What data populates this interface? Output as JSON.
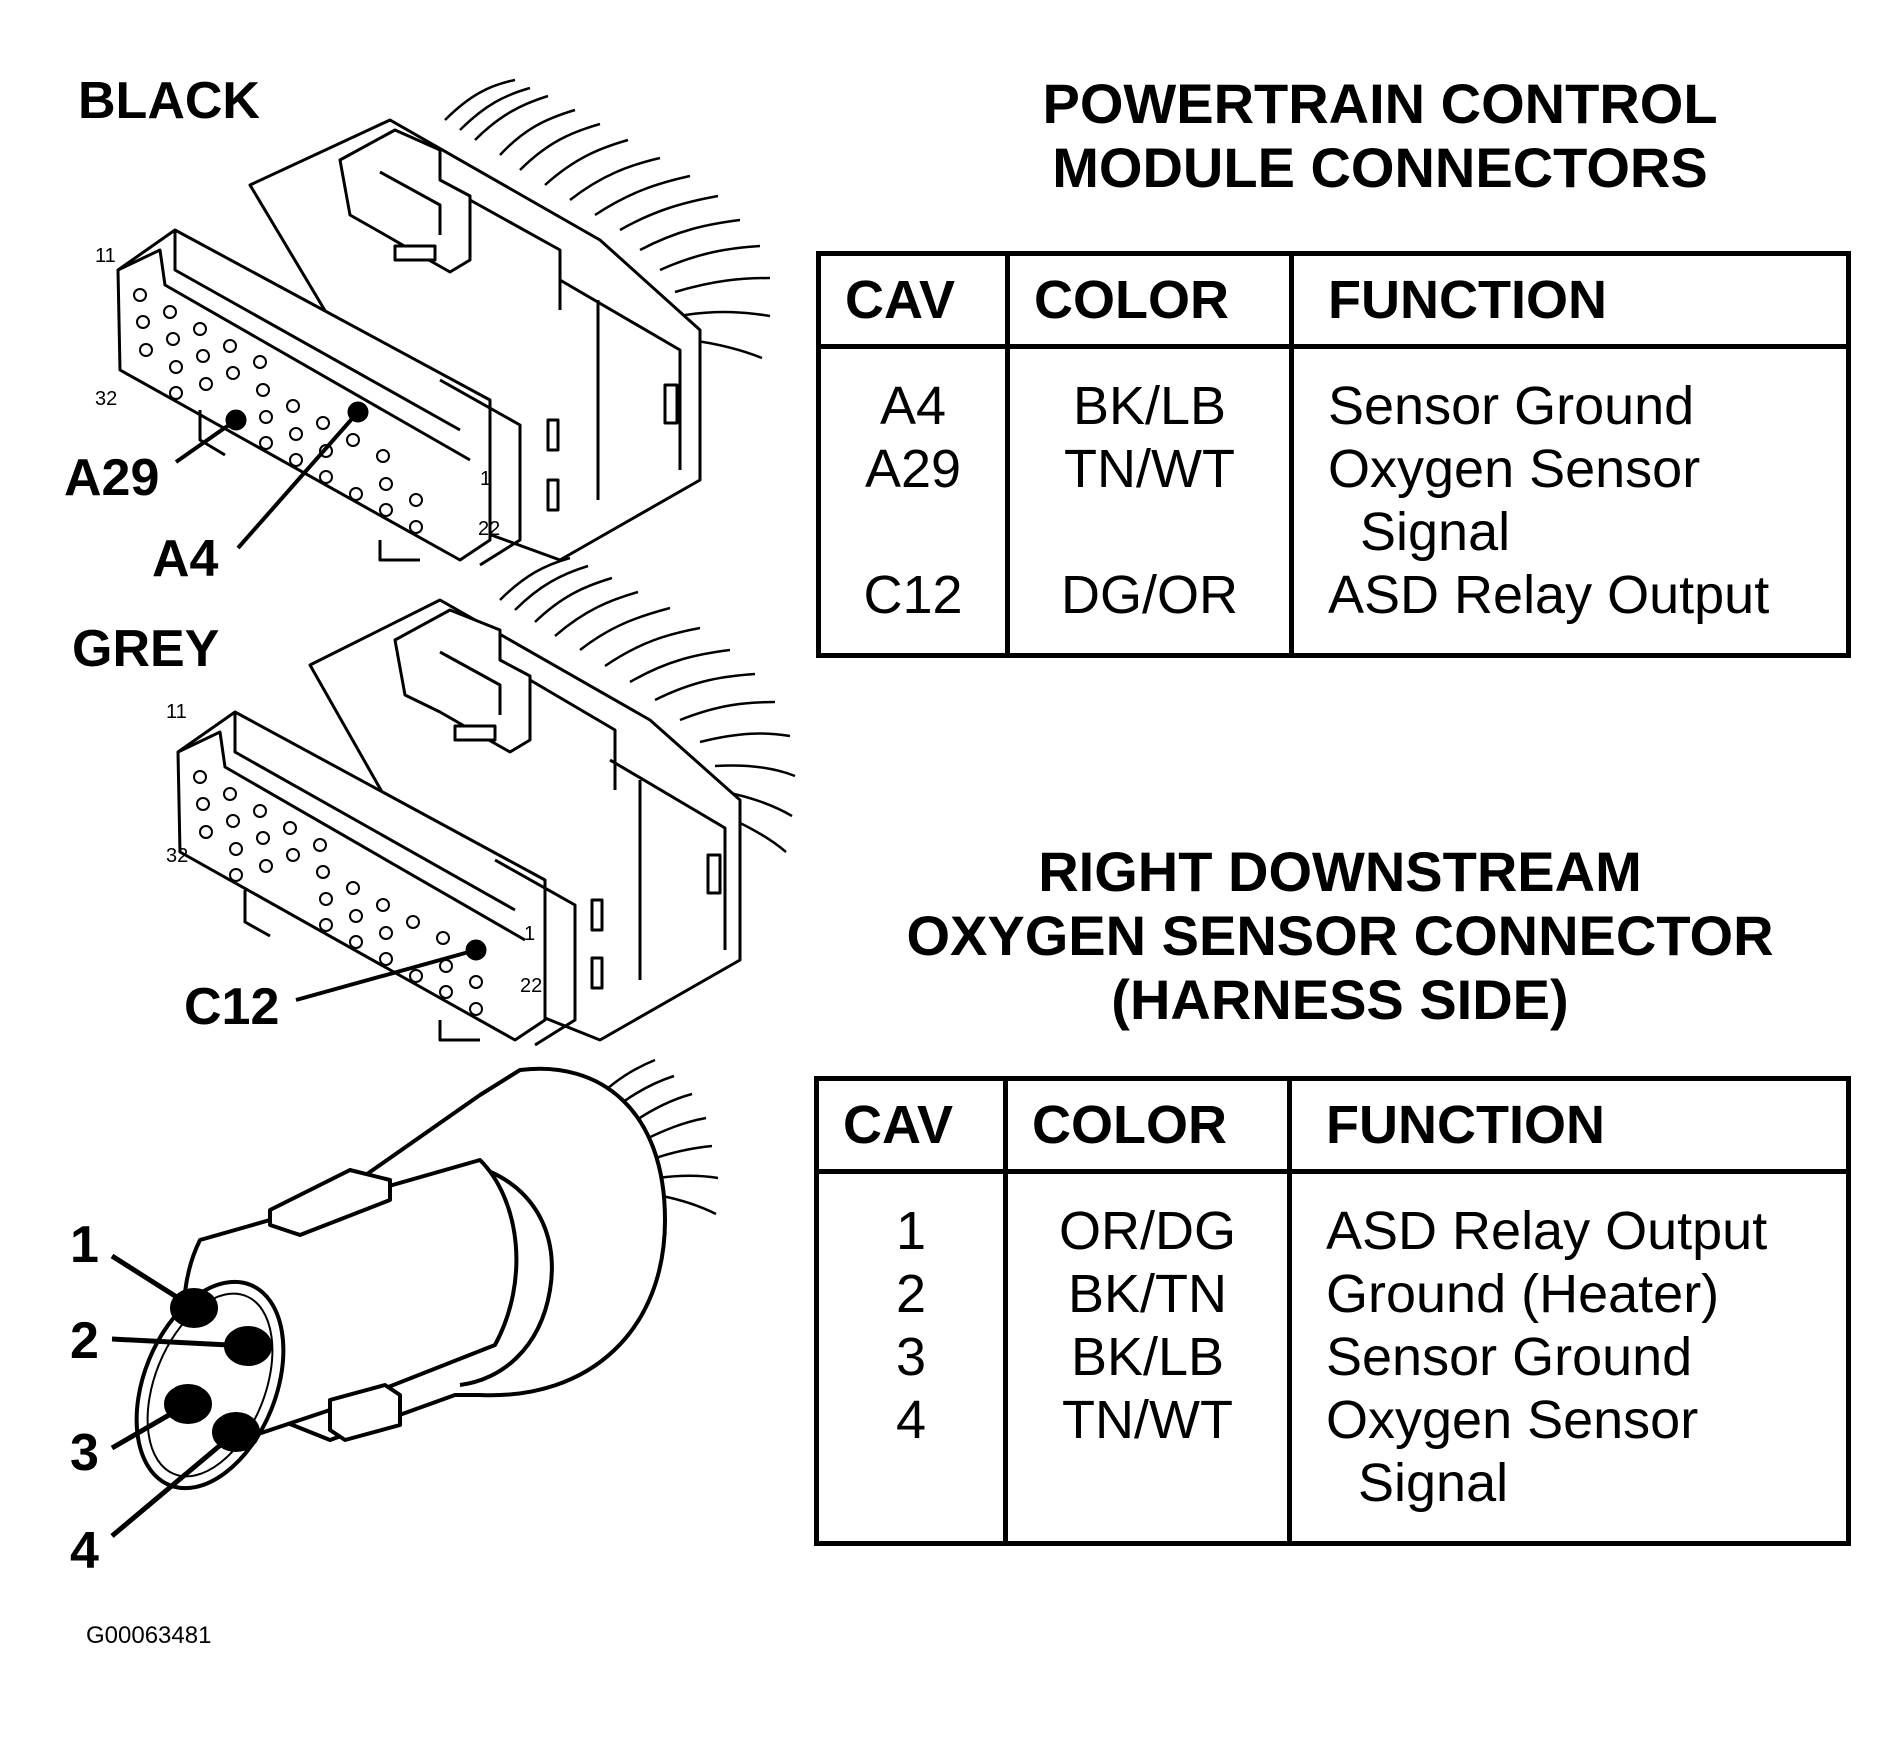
{
  "pcm_section": {
    "title_line1": "POWERTRAIN CONTROL",
    "title_line2": "MODULE CONNECTORS",
    "headers": {
      "cav": "CAV",
      "color": "COLOR",
      "function": "FUNCTION"
    },
    "rows": [
      {
        "cav": "A4",
        "color": "BK/LB",
        "function": "Sensor Ground",
        "function_cont": ""
      },
      {
        "cav": "A29",
        "color": "TN/WT",
        "function": "Oxygen Sensor",
        "function_cont": "Signal"
      },
      {
        "cav": "C12",
        "color": "DG/OR",
        "function": "ASD Relay Output",
        "function_cont": ""
      }
    ]
  },
  "o2_section": {
    "title_line1": "RIGHT DOWNSTREAM",
    "title_line2": "OXYGEN SENSOR CONNECTOR",
    "title_line3": "(HARNESS SIDE)",
    "headers": {
      "cav": "CAV",
      "color": "COLOR",
      "function": "FUNCTION"
    },
    "rows": [
      {
        "cav": "1",
        "color": "OR/DG",
        "function": "ASD Relay Output",
        "function_cont": ""
      },
      {
        "cav": "2",
        "color": "BK/TN",
        "function": "Ground (Heater)",
        "function_cont": ""
      },
      {
        "cav": "3",
        "color": "BK/LB",
        "function": "Sensor Ground",
        "function_cont": ""
      },
      {
        "cav": "4",
        "color": "TN/WT",
        "function": "Oxygen Sensor",
        "function_cont": "Signal"
      }
    ]
  },
  "connectors": {
    "black": {
      "label": "BLACK",
      "pin_11": "11",
      "pin_32": "32",
      "pin_1": "1",
      "pin_22": "22",
      "callout_a29": "A29",
      "callout_a4": "A4"
    },
    "grey": {
      "label": "GREY",
      "pin_11": "11",
      "pin_32": "32",
      "pin_1": "1",
      "pin_22": "22",
      "callout_c12": "C12"
    },
    "o2": {
      "callout_1": "1",
      "callout_2": "2",
      "callout_3": "3",
      "callout_4": "4"
    }
  },
  "figure_id": "G00063481"
}
